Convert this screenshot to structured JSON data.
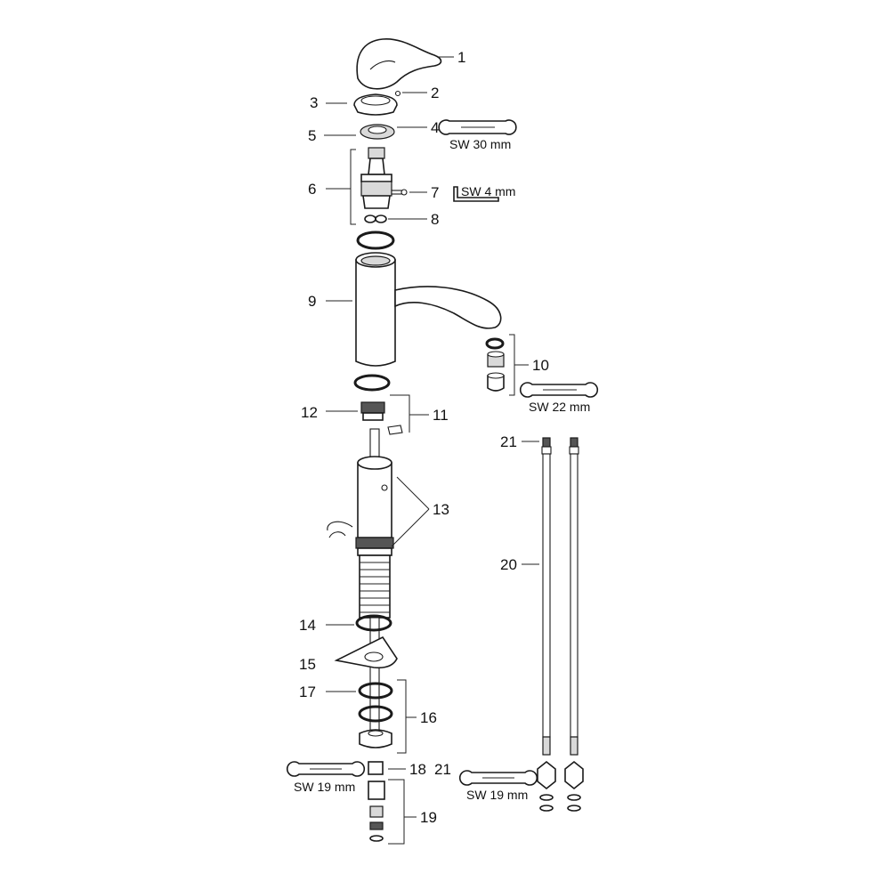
{
  "callouts": {
    "p1": "1",
    "p2": "2",
    "p3": "3",
    "p4": "4",
    "p5": "5",
    "p6": "6",
    "p7": "7",
    "p8": "8",
    "p9": "9",
    "p10": "10",
    "p11": "11",
    "p12": "12",
    "p13": "13",
    "p14": "14",
    "p15": "15",
    "p16": "16",
    "p17": "17",
    "p18": "18",
    "p21a": "21",
    "p19": "19",
    "p20": "20",
    "p21b": "21"
  },
  "tools": {
    "wrench_30": "SW 30 mm",
    "hex_4": "SW 4 mm",
    "wrench_22": "SW 22 mm",
    "wrench_19_left": "SW 19 mm",
    "wrench_19_right": "SW 19 mm"
  }
}
